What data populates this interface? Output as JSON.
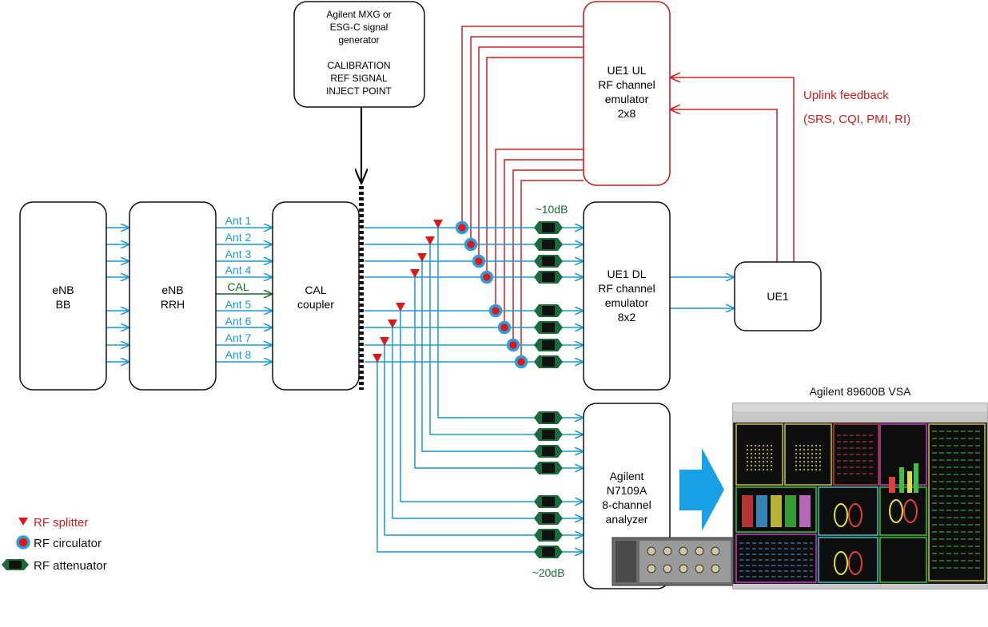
{
  "blocks": {
    "enb_bb": [
      "eNB",
      "BB"
    ],
    "enb_rrh": [
      "eNB",
      "RRH"
    ],
    "cal_coupler": [
      "CAL",
      "coupler"
    ],
    "signal_gen": [
      "Agilent MXG or",
      "ESG-C signal",
      "generator",
      "",
      "CALIBRATION",
      "REF SIGNAL",
      "INJECT POINT"
    ],
    "ul_emulator": [
      "UE1 UL",
      "RF channel",
      "emulator",
      "2x8"
    ],
    "dl_emulator": [
      "UE1 DL",
      "RF channel",
      "emulator",
      "8x2"
    ],
    "ue1": [
      "UE1"
    ],
    "analyzer": [
      "Agilent",
      "N7109A",
      "8-channel",
      "analyzer"
    ]
  },
  "antenna_labels": [
    "Ant 1",
    "Ant 2",
    "Ant 3",
    "Ant 4",
    "CAL",
    "Ant 5",
    "Ant 6",
    "Ant 7",
    "Ant 8"
  ],
  "attenuation_top": "~10dB",
  "attenuation_bottom": "~20dB",
  "uplink_feedback": [
    "Uplink feedback",
    "(SRS, CQI, PMI, RI)"
  ],
  "vsa_title": "Agilent 89600B VSA",
  "legend": {
    "splitter": "RF splitter",
    "circulator": "RF circulator",
    "attenuator": "RF attenuator"
  },
  "colors": {
    "rf_line": "#1a9ad6",
    "feedback": "#cc2020",
    "cal_line": "#1a6a2a",
    "attenuator": "#1a6a3a",
    "splitter": "#dd1818",
    "circulator_ring": "#2aa0e0",
    "arrow_big": "#1aa0e6"
  }
}
